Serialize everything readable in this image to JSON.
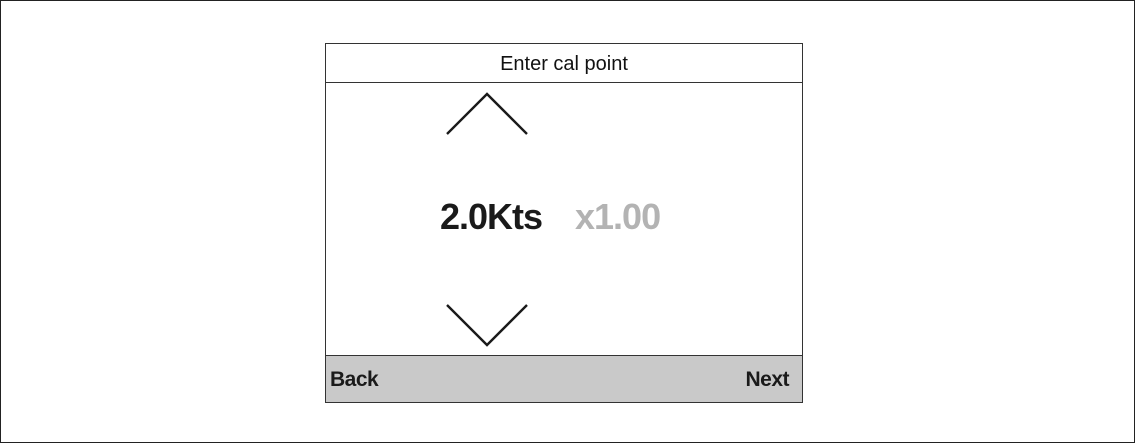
{
  "screen": {
    "title": "Enter cal point"
  },
  "value": {
    "main": "2.0Kts",
    "factor": "x1.00"
  },
  "softkeys": {
    "left": "Back",
    "right": "Next"
  },
  "icons": {
    "up": "chevron-up-icon",
    "down": "chevron-down-icon"
  },
  "colors": {
    "softkey_bar": "#c9c9c9",
    "factor_text": "#b3b3b3",
    "main_text": "#1a1a1a"
  }
}
